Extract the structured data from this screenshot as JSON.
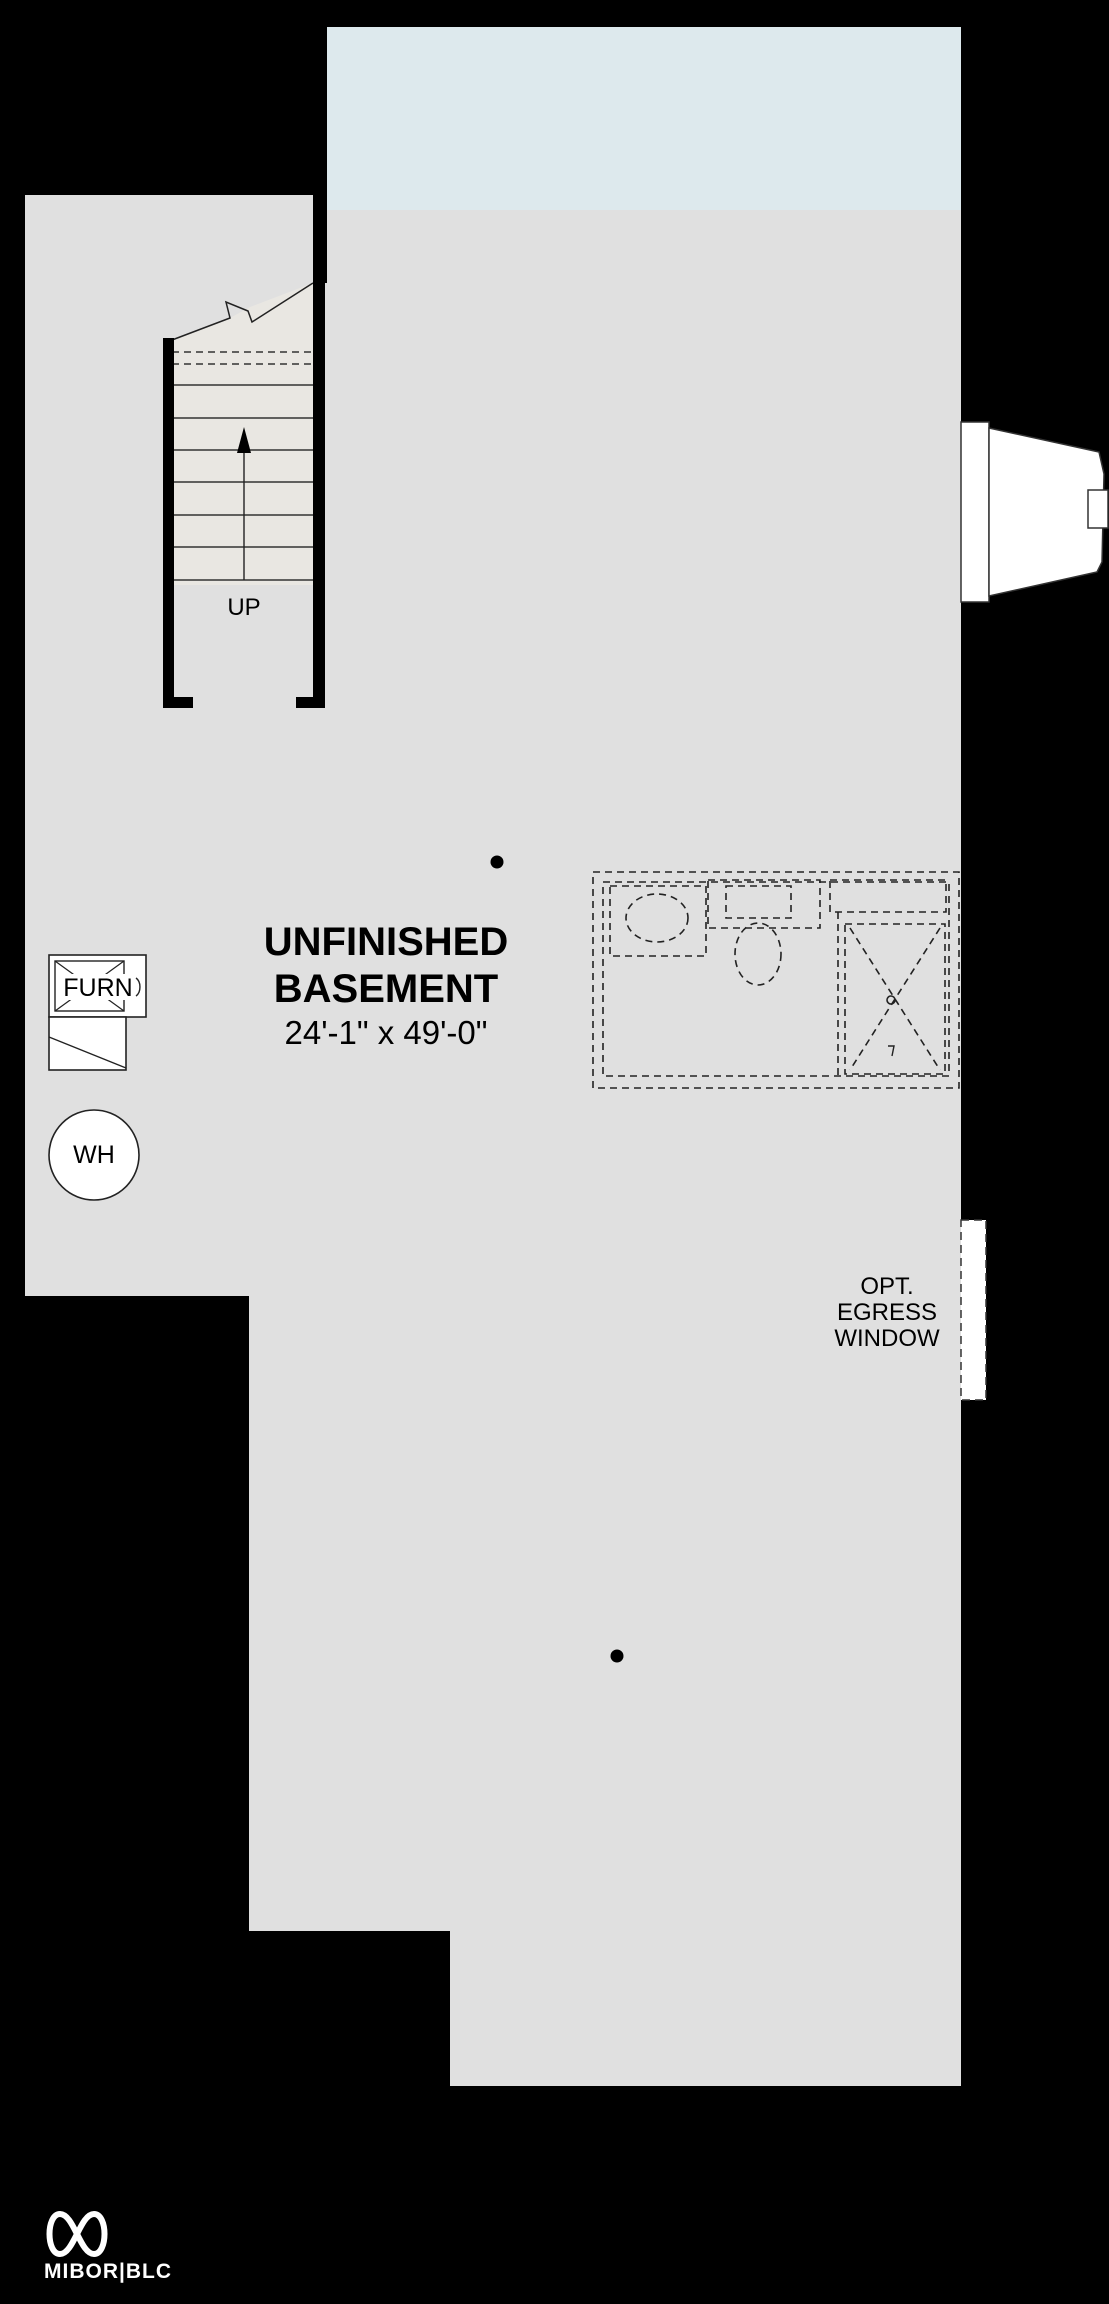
{
  "room": {
    "name_line1": "UNFINISHED",
    "name_line2": "BASEMENT",
    "dimensions": "24'-1\" x 49'-0\""
  },
  "stairs": {
    "label": "UP"
  },
  "furnace": {
    "label": "FURN"
  },
  "water_heater": {
    "label": "WH"
  },
  "egress_window": {
    "line1": "OPT.",
    "line2": "EGRESS",
    "line3": "WINDOW"
  },
  "logo": {
    "text": "MIBOR|BLC"
  },
  "colors": {
    "background": "#000000",
    "floor": "#e0e0e0",
    "porch_area": "#dde9ed",
    "stair_fill": "#e9e7e2"
  }
}
